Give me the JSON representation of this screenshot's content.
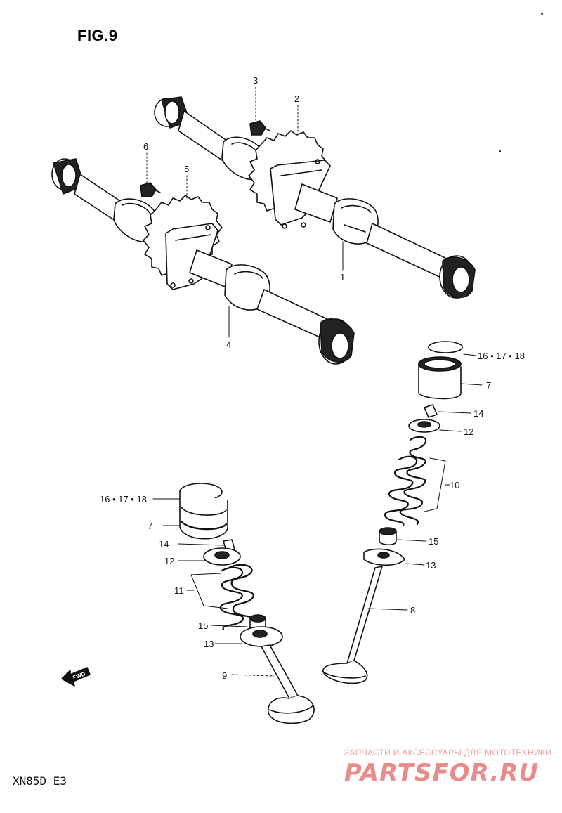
{
  "figure": {
    "title": "FIG.9"
  },
  "callouts": {
    "p1": "1",
    "p2": "2",
    "p3": "3",
    "p4": "4",
    "p5": "5",
    "p6": "6",
    "p7a": "7",
    "p7b": "7",
    "p8": "8",
    "p9": "9",
    "p10": "10",
    "p11": "11",
    "p12a": "12",
    "p12b": "12",
    "p13a": "13",
    "p13b": "13",
    "p14a": "14",
    "p14b": "14",
    "p15a": "15",
    "p15b": "15",
    "p161718a": "16 • 17 • 18",
    "p161718b": "16 • 17 • 18"
  },
  "fwd_arrow": {
    "label": "FWD"
  },
  "footer": {
    "model_code": "XN85D  E3"
  },
  "watermark": {
    "tagline": "ЗАПЧАСТИ И АКСЕССУАРЫ ДЛЯ МОТОТЕХНИКИ",
    "logo": "PARTSFOR.RU",
    "color": "#e88b8b"
  }
}
